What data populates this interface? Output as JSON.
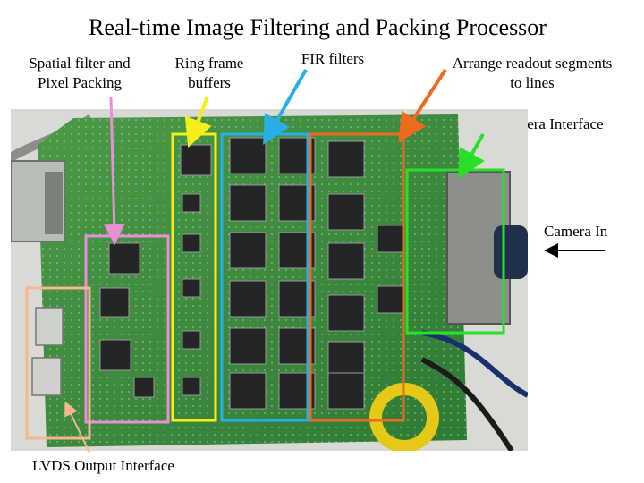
{
  "title": "Real-time Image Filtering and Packing Processor",
  "labels": {
    "spatial_filter": "Spatial filter and\nPixel Packing",
    "ring_frame": "Ring frame\nbuffers",
    "fir_filters": "FIR filters",
    "arrange_readout": "Arrange readout segments\nto lines",
    "lvds_camera": "LVDS Camera Interface",
    "camera_in": "Camera In",
    "lvds_output": "LVDS Output Interface"
  },
  "colors": {
    "background": "#ffffff",
    "board": "#3e8a3e",
    "spatial_box": "#e98fd6",
    "ring_box": "#f4ef1a",
    "fir_box": "#2aaee6",
    "arrange_box": "#ef6a1f",
    "lvds_camera_box": "#28e028",
    "lvds_output_box": "#f3b98c"
  }
}
